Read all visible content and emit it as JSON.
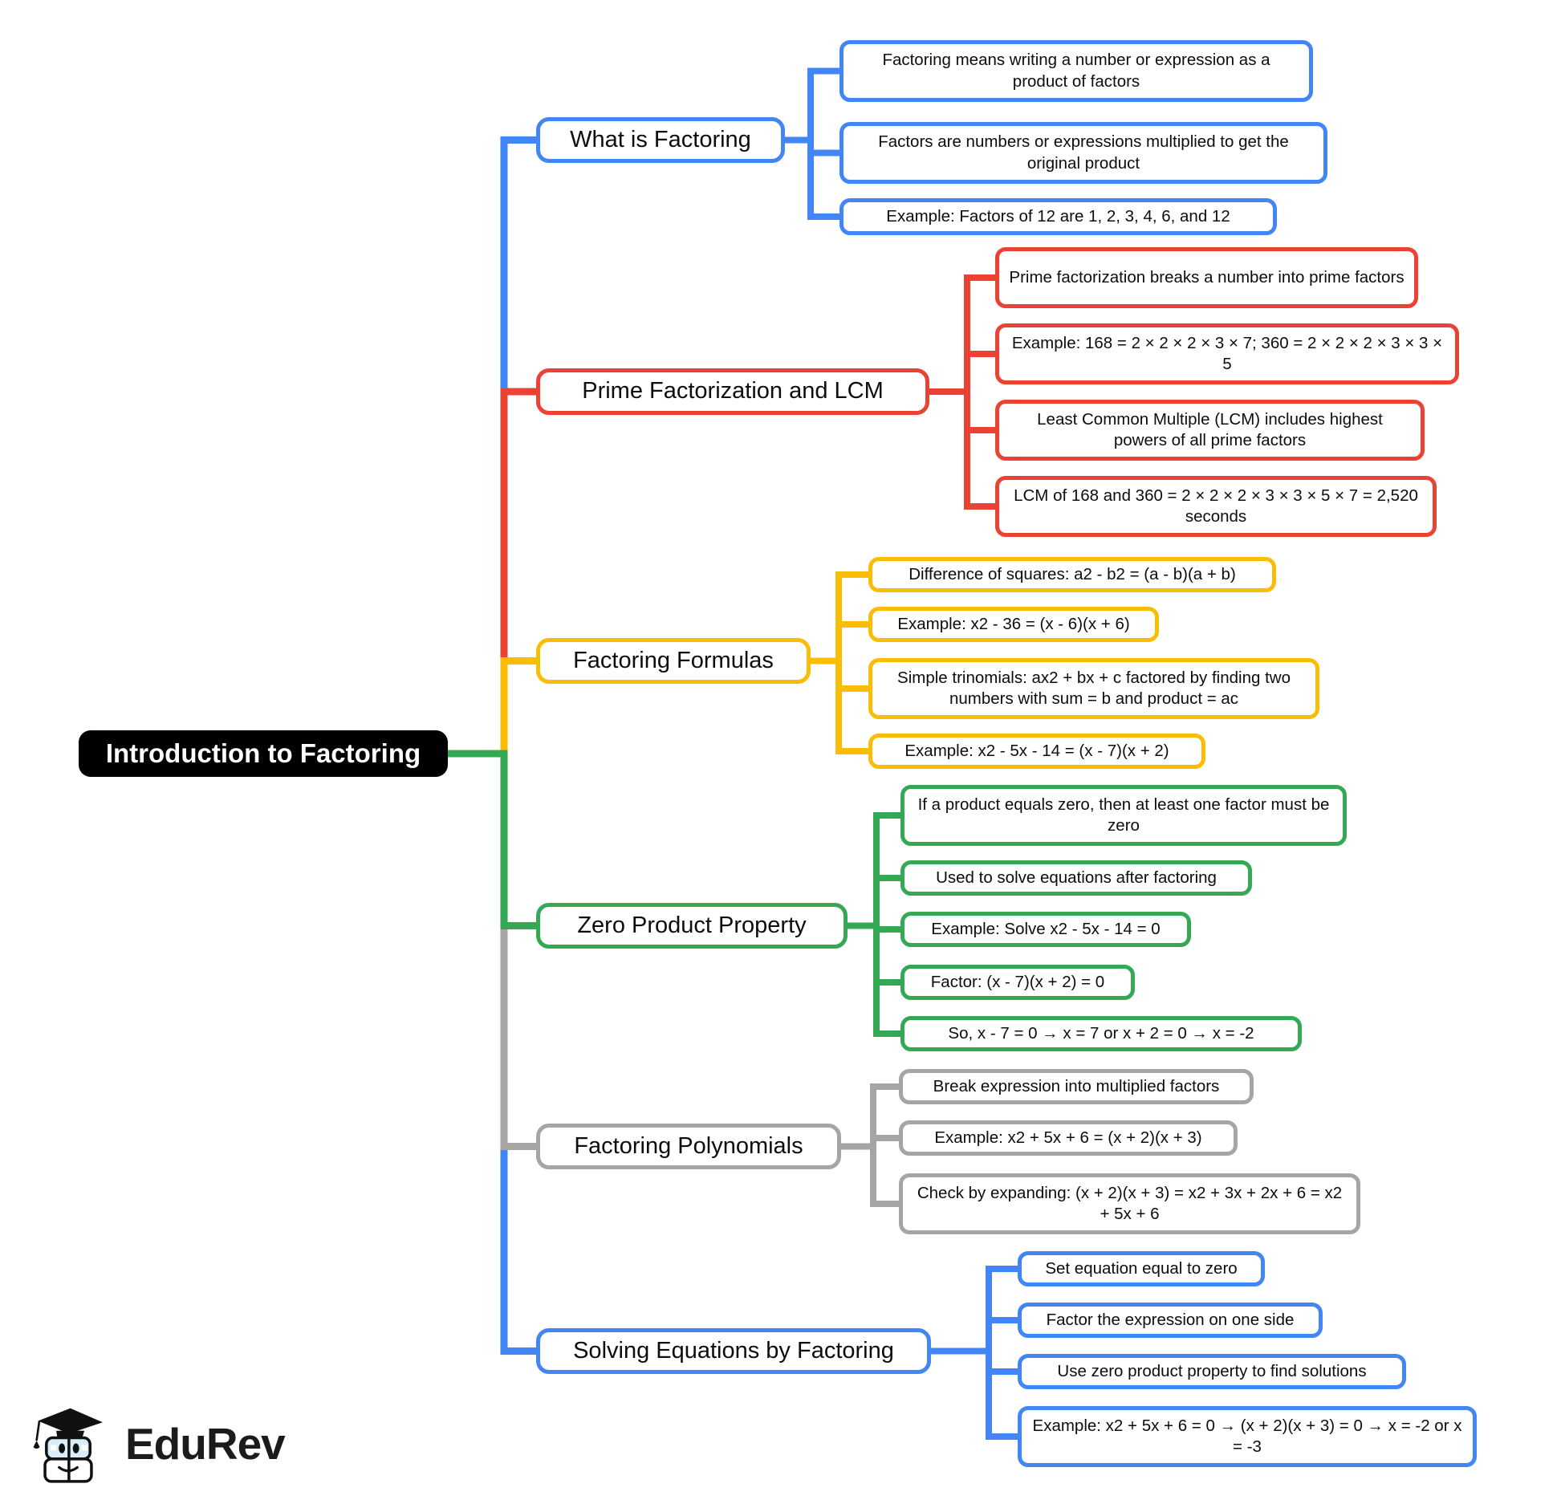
{
  "root": {
    "label": "Introduction to Factoring"
  },
  "branches": [
    {
      "id": "what-is-factoring",
      "label": "What is Factoring",
      "color": "blue",
      "children": [
        "Factoring means writing a number or expression as a product of factors",
        "Factors are numbers or expressions multiplied to get the original product",
        "Example: Factors of 12 are 1, 2, 3, 4, 6, and 12"
      ]
    },
    {
      "id": "prime-factorization-and-lcm",
      "label": "Prime Factorization and LCM",
      "color": "red",
      "children": [
        "Prime factorization breaks a number into prime factors",
        "Example: 168 = 2 × 2 × 2 × 3 × 7; 360 = 2 × 2 × 2 × 3 × 3 × 5",
        "Least Common Multiple (LCM) includes highest powers of all prime factors",
        "LCM of 168 and 360 = 2 × 2 × 2 × 3 × 3 × 5 × 7 = 2,520 seconds"
      ]
    },
    {
      "id": "factoring-formulas",
      "label": "Factoring Formulas",
      "color": "yellow",
      "children": [
        "Difference of squares: a2 - b2 = (a - b)(a + b)",
        "Example: x2 - 36 = (x - 6)(x + 6)",
        "Simple trinomials: ax2 + bx + c factored by finding two numbers with sum = b and product = ac",
        "Example: x2 - 5x - 14 = (x - 7)(x + 2)"
      ]
    },
    {
      "id": "zero-product-property",
      "label": "Zero Product Property",
      "color": "green",
      "children": [
        "If a product equals zero, then at least one factor must be zero",
        "Used to solve equations after factoring",
        "Example: Solve x2 - 5x - 14 = 0",
        "Factor: (x - 7)(x + 2) = 0",
        "So, x - 7 = 0 → x = 7 or x + 2 = 0 → x = -2"
      ]
    },
    {
      "id": "factoring-polynomials",
      "label": "Factoring Polynomials",
      "color": "gray",
      "children": [
        "Break expression into multiplied factors",
        "Example: x2 + 5x + 6 = (x + 2)(x + 3)",
        "Check by expanding: (x + 2)(x + 3) = x2 + 3x + 2x + 6 = x2 + 5x + 6"
      ]
    },
    {
      "id": "solving-equations-by-factoring",
      "label": "Solving Equations by Factoring",
      "color": "blue",
      "children": [
        "Set equation equal to zero",
        "Factor the expression on one side",
        "Use zero product property to find solutions",
        "Example: x2 + 5x + 6 = 0 → (x + 2)(x + 3) = 0 → x = -2 or x = -3"
      ]
    }
  ],
  "colors": {
    "blue": "#4285F4",
    "red": "#EA4335",
    "yellow": "#FBBC05",
    "green": "#34A853",
    "gray": "#A5A5A5",
    "root_bg": "#000000",
    "root_text": "#FFFFFF",
    "node_bg": "#FFFFFF",
    "text": "#0D0D0D"
  },
  "logo": {
    "brand": "EduRev"
  }
}
